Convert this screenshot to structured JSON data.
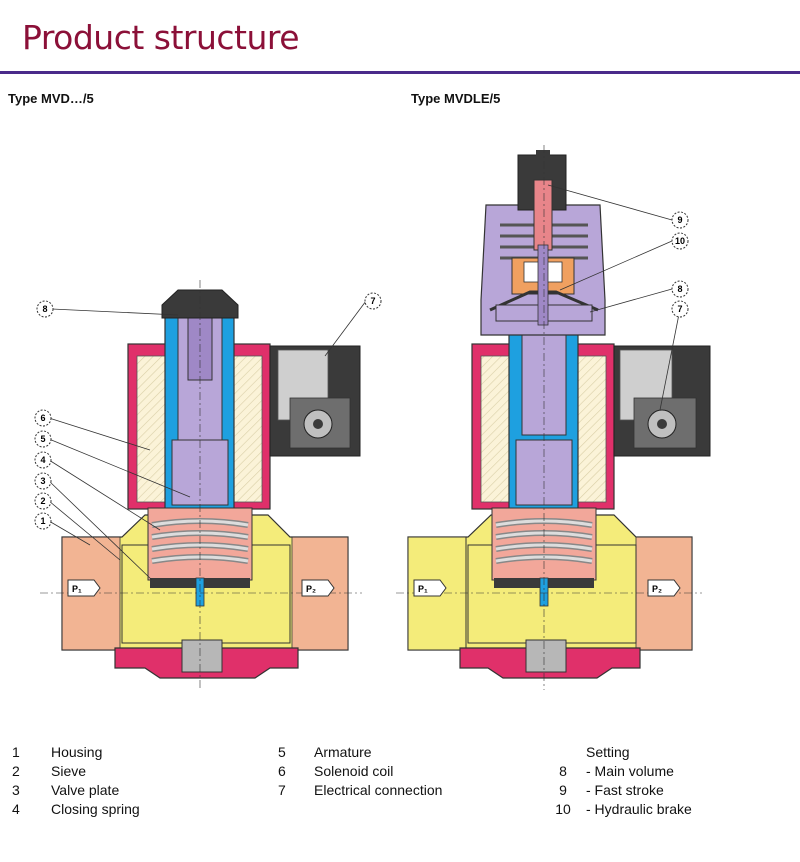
{
  "page": {
    "title": "Product structure"
  },
  "diagram": {
    "left_type": "Type MVD…/5",
    "right_type": "Type MVDLE/5",
    "callouts_left": [
      "8",
      "7",
      "6",
      "5",
      "4",
      "3",
      "2",
      "1"
    ],
    "callouts_right": [
      "9",
      "10",
      "8",
      "7"
    ],
    "port_in": "P₁",
    "port_out": "P₂"
  },
  "legend": {
    "col1": [
      {
        "num": "1",
        "label": "Housing"
      },
      {
        "num": "2",
        "label": "Sieve"
      },
      {
        "num": "3",
        "label": "Valve plate"
      },
      {
        "num": "4",
        "label": "Closing spring"
      }
    ],
    "col2": [
      {
        "num": "5",
        "label": "Armature"
      },
      {
        "num": "6",
        "label": "Solenoid coil"
      },
      {
        "num": "7",
        "label": "Electrical connection"
      }
    ],
    "setting_header": "Setting",
    "col3": [
      {
        "num": "8",
        "label": "- Main volume"
      },
      {
        "num": "9",
        "label": "- Fast stroke"
      },
      {
        "num": "10",
        "label": "- Hydraulic brake"
      }
    ]
  },
  "colors": {
    "title": "#8b1038",
    "rule": "#4a2a8a",
    "housing_yellow": "#f4ec7a",
    "housing_pink": "#f2a79a",
    "coil_red": "#e0306a",
    "armature_blue": "#1ea0e0",
    "armature_lilac": "#b8a6d8",
    "connector_dark": "#3a3a3a",
    "spring": "#c8c8c8",
    "coil_winding": "#fbf3d8"
  }
}
